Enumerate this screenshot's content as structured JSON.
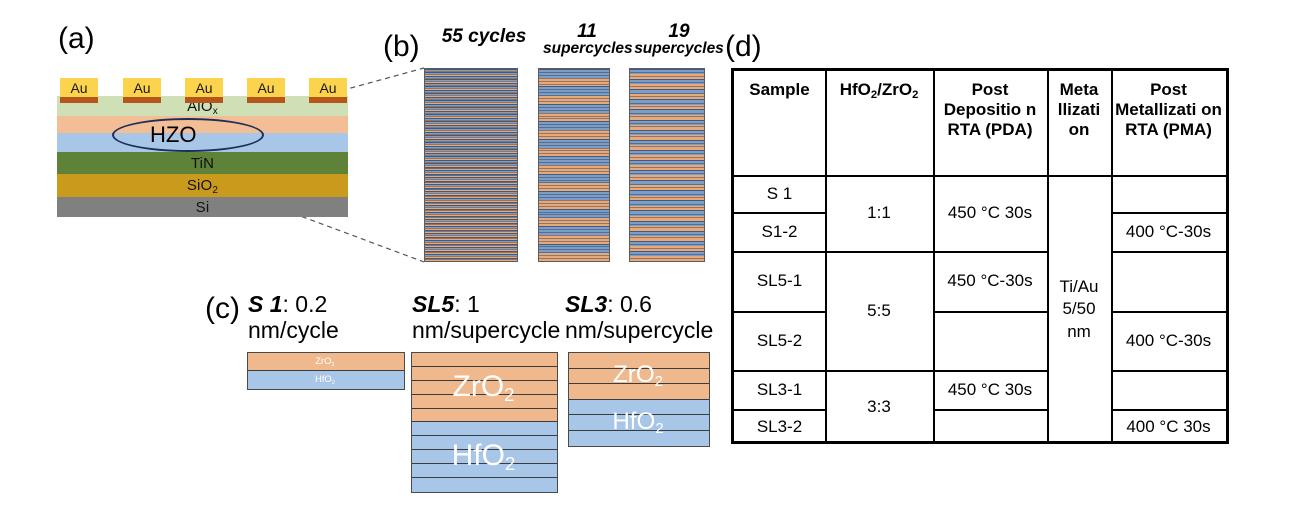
{
  "figure": {
    "panels": {
      "a": "(a)",
      "b": "(b)",
      "c": "(c)",
      "d": "(d)"
    }
  },
  "panel_a": {
    "contact_label": "Au",
    "contact_count": 5,
    "layers": [
      {
        "name": "AlOx",
        "label": "AlO",
        "sub": "x",
        "color": "#cfe0b6"
      },
      {
        "name": "ZrO2-layer",
        "label": "",
        "sub": "",
        "color": "#f3bd95"
      },
      {
        "name": "HfO2-layer",
        "label": "",
        "sub": "",
        "color": "#a8c6e8"
      },
      {
        "name": "TiN",
        "label": "TiN",
        "sub": "",
        "color": "#5f8239"
      },
      {
        "name": "SiO2",
        "label": "SiO",
        "sub": "2",
        "color": "#c99a1b"
      },
      {
        "name": "Si",
        "label": "Si",
        "sub": "",
        "color": "#808080"
      }
    ],
    "highlight": "HZO",
    "contact_color": "#fbd34d",
    "contact_bar_color": "#b5561a"
  },
  "panel_b": {
    "columns": [
      {
        "id": "col-55-cycles",
        "big": "55 cycles",
        "small": "",
        "stripes": 55
      },
      {
        "id": "col-11-supercycles",
        "big": "11",
        "small": "supercycles",
        "stripes": 11
      },
      {
        "id": "col-19-supercycles",
        "big": "19",
        "small": "supercycles",
        "stripes": 19
      }
    ],
    "zro2_color": "#e7a97a",
    "hfo2_color": "#7b9dc8"
  },
  "panel_c": {
    "blocks": [
      {
        "id": "block-s1",
        "name_bold": "S 1",
        "rate": ": 0.2",
        "unit": "nm/cycle",
        "zro2_layers": 1,
        "hfo2_layers": 1,
        "top_label": "ZrO",
        "top_sub": "2",
        "bottom_label": "HfO",
        "bottom_sub": "2"
      },
      {
        "id": "block-sl5",
        "name_bold": "SL5",
        "rate": ": 1",
        "unit": "nm/supercycle",
        "zro2_layers": 5,
        "hfo2_layers": 5,
        "top_label": "ZrO",
        "top_sub": "2",
        "bottom_label": "HfO",
        "bottom_sub": "2"
      },
      {
        "id": "block-sl3",
        "name_bold": "SL3",
        "rate": ": 0.6",
        "unit": "nm/supercycle",
        "zro2_layers": 3,
        "hfo2_layers": 3,
        "top_label": "ZrO",
        "top_sub": "2",
        "bottom_label": "HfO",
        "bottom_sub": "2"
      }
    ],
    "zro2_color": "#f0b98d",
    "hfo2_color": "#a8c6e8"
  },
  "panel_d": {
    "headers": [
      {
        "id": "th-sample",
        "text": "Sample",
        "has_sub": false
      },
      {
        "id": "th-ratio",
        "text": "HfO2/ZrO2",
        "has_sub": true
      },
      {
        "id": "th-pda",
        "text": "Post Depositio n RTA (PDA)",
        "has_sub": false
      },
      {
        "id": "th-metallization",
        "text": "Meta llizati on",
        "has_sub": false
      },
      {
        "id": "th-pma",
        "text": "Post Metallizati on RTA (PMA)",
        "has_sub": false
      }
    ],
    "samples": [
      "S 1",
      "S1-2",
      "SL5-1",
      "SL5-2",
      "SL3-1",
      "SL3-2"
    ],
    "ratios": [
      "1:1",
      "5:5",
      "3:3"
    ],
    "pda": [
      "450 °C 30s",
      "",
      "450 °C-30s",
      "",
      "450 °C 30s",
      ""
    ],
    "metallization": "Ti/Au 5/50 nm",
    "metallization_lines": [
      "Ti/Au",
      "5/50",
      "nm"
    ],
    "pma": [
      "",
      "400 °C-30s",
      "",
      "400 °C-30s",
      "",
      "400 °C 30s"
    ]
  }
}
